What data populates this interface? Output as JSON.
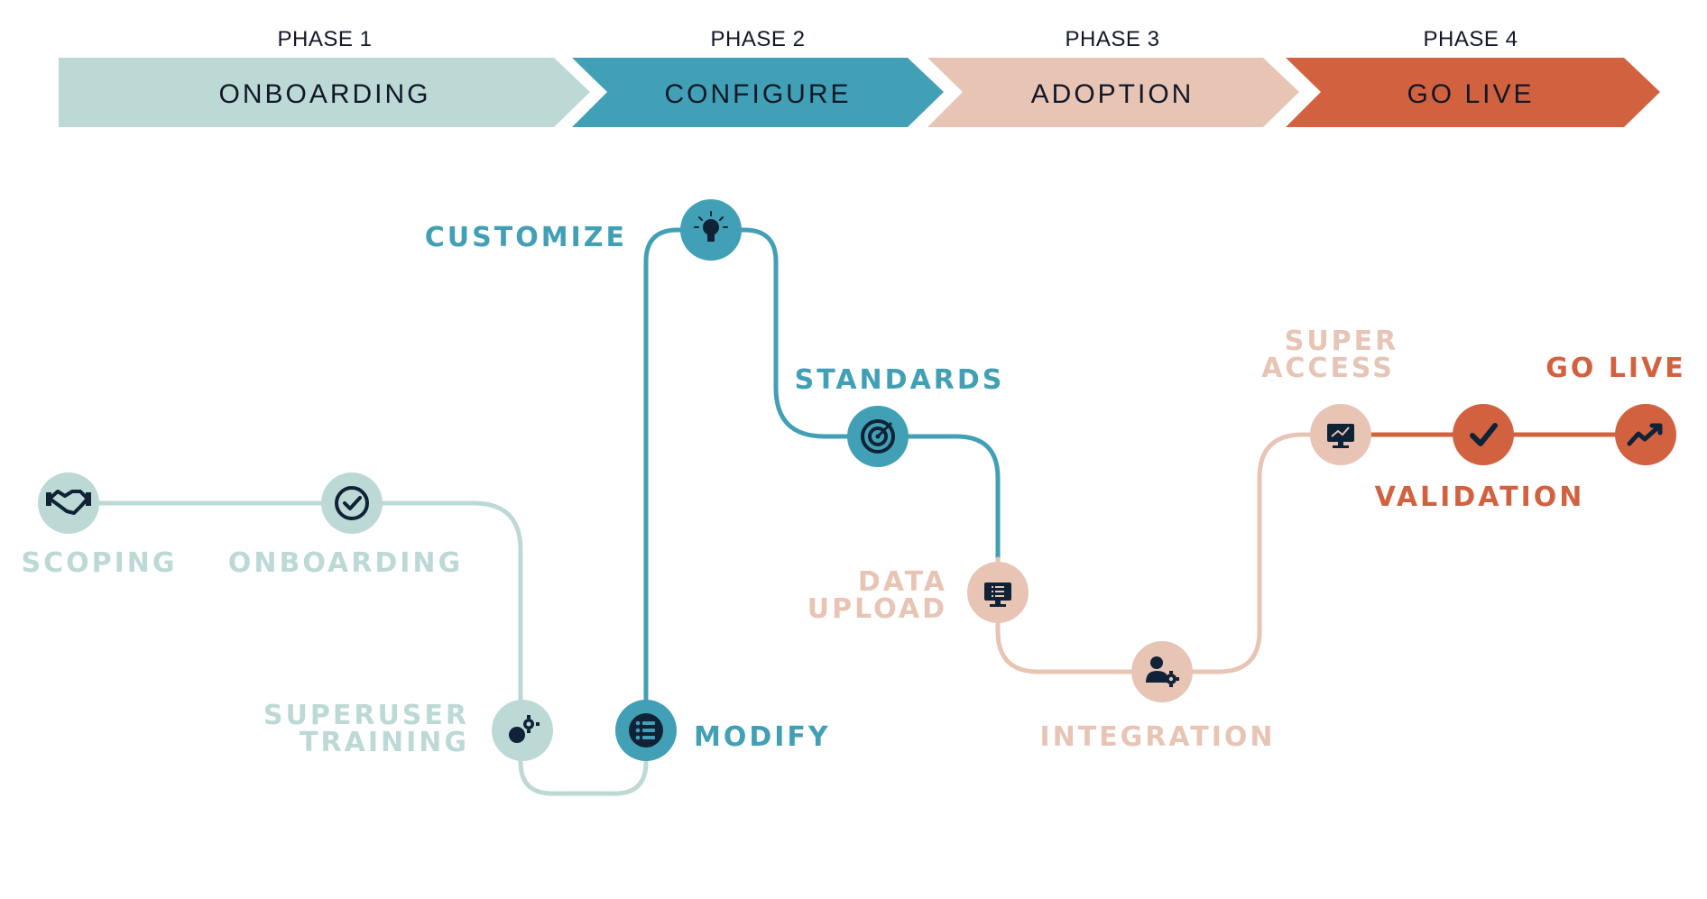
{
  "phases": [
    {
      "phase": "PHASE 1",
      "name": "ONBOARDING"
    },
    {
      "phase": "PHASE 2",
      "name": "CONFIGURE"
    },
    {
      "phase": "PHASE 3",
      "name": "ADOPTION"
    },
    {
      "phase": "PHASE 4",
      "name": "GO LIVE"
    }
  ],
  "steps": {
    "scoping": {
      "label": "SCOPING",
      "icon": "handshake-icon"
    },
    "onboarding": {
      "label": "ONBOARDING",
      "icon": "check-circle-icon"
    },
    "superuser_training": {
      "line1": "SUPERUSER",
      "line2": "TRAINING",
      "icon": "gears-icon"
    },
    "modify": {
      "label": "MODIFY",
      "icon": "list-icon"
    },
    "customize": {
      "label": "CUSTOMIZE",
      "icon": "lightbulb-icon"
    },
    "standards": {
      "label": "STANDARDS",
      "icon": "target-icon"
    },
    "data_upload": {
      "line1": "DATA",
      "line2": "UPLOAD",
      "icon": "monitor-list-icon"
    },
    "integration": {
      "label": "INTEGRATION",
      "icon": "user-gear-icon"
    },
    "super_access": {
      "line1": "SUPER",
      "line2": "ACCESS",
      "icon": "monitor-chart-icon"
    },
    "validation": {
      "label": "VALIDATION",
      "icon": "check-icon"
    },
    "go_live": {
      "label": "GO LIVE",
      "icon": "trend-up-icon"
    }
  },
  "colors": {
    "phase1": "#bcd9d6",
    "phase2": "#41a0b5",
    "phase3": "#e8c4b5",
    "phase4": "#d2623f",
    "icon_dark": "#0f2236"
  }
}
